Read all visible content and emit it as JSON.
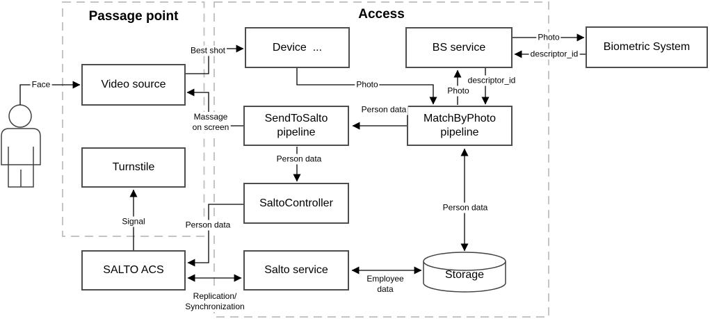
{
  "containers": {
    "passage_point": {
      "title": "Passage point"
    },
    "access": {
      "title": "Access"
    }
  },
  "nodes": {
    "video_source": {
      "label": "Video source"
    },
    "turnstile": {
      "label": "Turnstile"
    },
    "salto_acs": {
      "label": "SALTO ACS"
    },
    "device": {
      "label": "Device  ..."
    },
    "bs_service": {
      "label": "BS service"
    },
    "biometric_system": {
      "label": "Biometric System"
    },
    "sendtosalto_pipeline": {
      "line1": "SendToSalto",
      "line2": "pipeline"
    },
    "matchbyphoto_pipeline": {
      "line1": "MatchByPhoto",
      "line2": "pipeline"
    },
    "saltocontroller": {
      "label": "SaltoController"
    },
    "salto_service": {
      "label": "Salto service"
    },
    "storage": {
      "label": "Storage"
    }
  },
  "edges": {
    "face": "Face",
    "best_shot": "Best shot",
    "massage_line1": "Massage",
    "massage_line2": "on screen",
    "photo_device_to_match": "Photo",
    "person_data_match_to_send": "Person data",
    "photo_match_to_bs": "Photo",
    "descriptor_id_bs_to_match": "descriptor_id",
    "photo_bs_to_biometric": "Photo",
    "descriptor_id_biometric_to_bs": "descriptor_id",
    "person_data_send_to_controller": "Person data",
    "person_data_controller_to_acs": "Person data",
    "person_data_match_to_storage": "Person data",
    "signal": "Signal",
    "employee_line1": "Employee",
    "employee_line2": "data",
    "replication_line1": "Replication/",
    "replication_line2": "Synchronization"
  },
  "colors": {
    "background": "#ffffff",
    "box_border": "#4d4d4d",
    "container_dash": "#c4c4c4",
    "arrow": "#000000",
    "text": "#000000"
  }
}
